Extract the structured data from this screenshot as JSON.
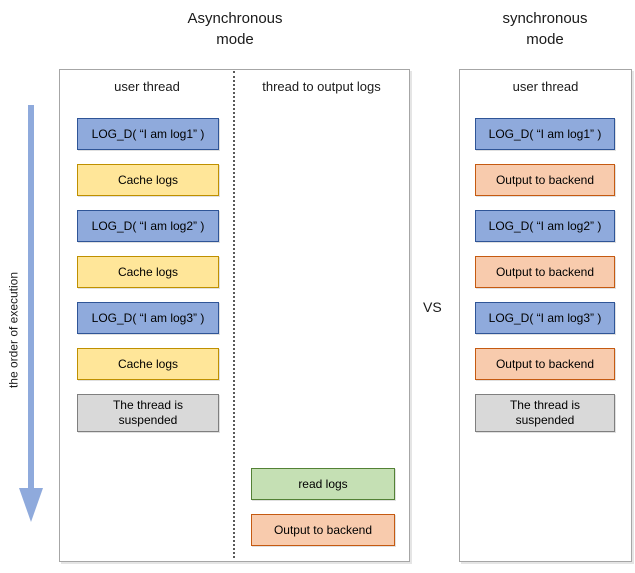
{
  "titles": {
    "left": [
      "Asynchronous",
      "mode"
    ],
    "right": [
      "synchronous",
      "mode"
    ]
  },
  "vs_label": "VS",
  "execution_axis_label": "the order of execution",
  "async_panel": {
    "user_thread": {
      "header": "user thread",
      "boxes": [
        {
          "label": "LOG_D( “I am log1” )",
          "type": "log"
        },
        {
          "label": "Cache logs",
          "type": "cache"
        },
        {
          "label": "LOG_D( “I am log2” )",
          "type": "log"
        },
        {
          "label": "Cache logs",
          "type": "cache"
        },
        {
          "label": "LOG_D( “I am log3” )",
          "type": "log"
        },
        {
          "label": "Cache logs",
          "type": "cache"
        },
        {
          "label": "The thread is\nsuspended",
          "type": "suspend"
        }
      ]
    },
    "output_thread": {
      "header": "thread to output logs",
      "boxes": [
        {
          "label": "read logs",
          "type": "read"
        },
        {
          "label": "Output to backend",
          "type": "output"
        }
      ]
    }
  },
  "sync_panel": {
    "user_thread": {
      "header": "user thread",
      "boxes": [
        {
          "label": "LOG_D( “I am log1” )",
          "type": "log"
        },
        {
          "label": "Output to backend",
          "type": "output"
        },
        {
          "label": "LOG_D( “I am log2” )",
          "type": "log"
        },
        {
          "label": "Output to backend",
          "type": "output"
        },
        {
          "label": "LOG_D( “I am log3” )",
          "type": "log"
        },
        {
          "label": "Output to backend",
          "type": "output"
        },
        {
          "label": "The thread is\nsuspended",
          "type": "suspend"
        }
      ]
    }
  },
  "colors": {
    "log_fill": "#8faadc",
    "log_border": "#2f5597",
    "cache_fill": "#ffe699",
    "cache_border": "#bf9000",
    "output_fill": "#f8cbad",
    "output_border": "#c55a11",
    "read_fill": "#c5e0b4",
    "read_border": "#538135",
    "suspend_fill": "#d9d9d9",
    "suspend_border": "#7f7f7f",
    "arrow": "#8faadc",
    "panel_border": "#a6a6a6"
  }
}
